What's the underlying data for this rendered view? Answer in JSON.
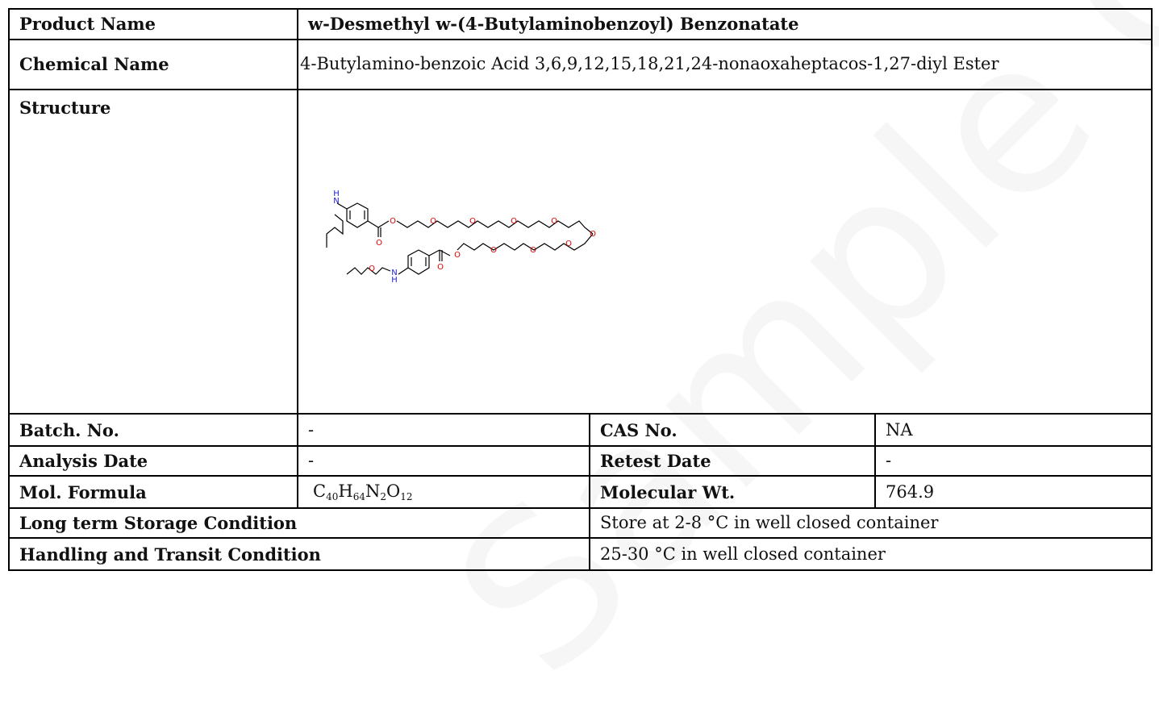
{
  "rows": {
    "product_name": {
      "label": "Product Name",
      "value": "w-Desmethyl w-(4-Butylaminobenzoyl) Benzonatate"
    },
    "chemical_name": {
      "label": "Chemical Name",
      "value": "4-Butylamino-benzoic Acid 3,6,9,12,15,18,21,24-nonaoxaheptacos-1,27-diyl Ester"
    },
    "structure": {
      "label": "Structure"
    },
    "batch": {
      "label": "Batch. No.",
      "value": "-",
      "label2": "CAS No.",
      "value2": "NA"
    },
    "analysis": {
      "label": "Analysis Date",
      "value": "-",
      "label2": "Retest Date",
      "value2": "-"
    },
    "formula": {
      "label": "Mol. Formula",
      "label2": "Molecular Wt.",
      "value2": "764.9"
    },
    "storage": {
      "label": "Long term Storage Condition",
      "value": "Store at 2-8 °C in well closed container"
    },
    "handling": {
      "label": "Handling and Transit Condition",
      "value": "25-30 °C in well closed container"
    }
  },
  "formula_parts": [
    {
      "el": "C",
      "n": "40"
    },
    {
      "el": "H",
      "n": "64"
    },
    {
      "el": "N",
      "n": "2"
    },
    {
      "el": "O",
      "n": "12"
    }
  ],
  "structure_atoms": {
    "n": "N",
    "h": "H",
    "o": "O"
  },
  "watermark_text": "Sample COA",
  "colors": {
    "nitrogen": "#2222cc",
    "oxygen": "#dd0000",
    "bond": "#000000"
  }
}
